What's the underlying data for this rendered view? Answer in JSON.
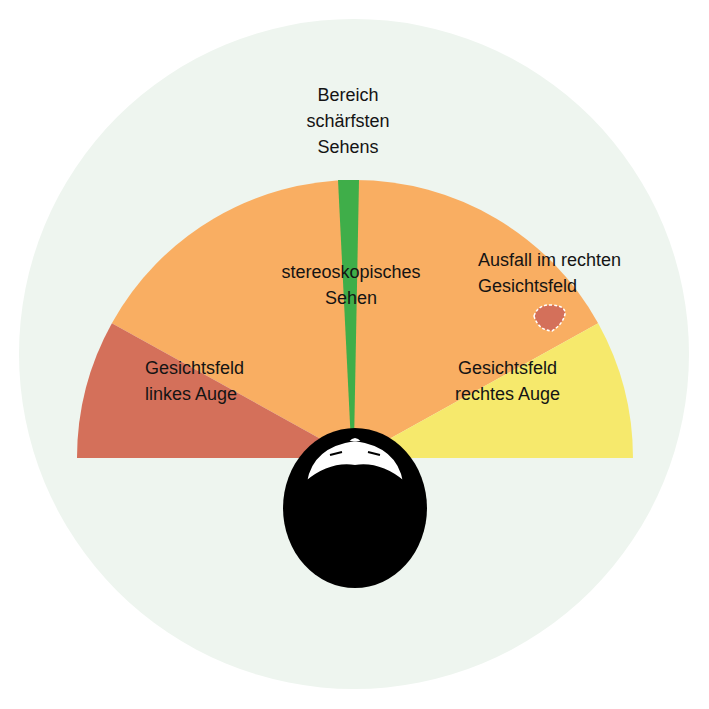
{
  "diagram": {
    "nodes": [
      {
        "text": [
          "Bereich schärfsten Sehens"
        ]
      },
      {
        "text": [
          "stereoskopisches Sehen"
        ]
      },
      {
        "text": [
          "Ausfall im rechten Gesichtsfeld"
        ],
        "in": 1
      },
      {
        "text": [
          "Gesichtsfeld linkes Auge"
        ]
      },
      {
        "text": [
          "Gesichtsfeld rechtes Auge"
        ]
      }
    ]
  }
}
